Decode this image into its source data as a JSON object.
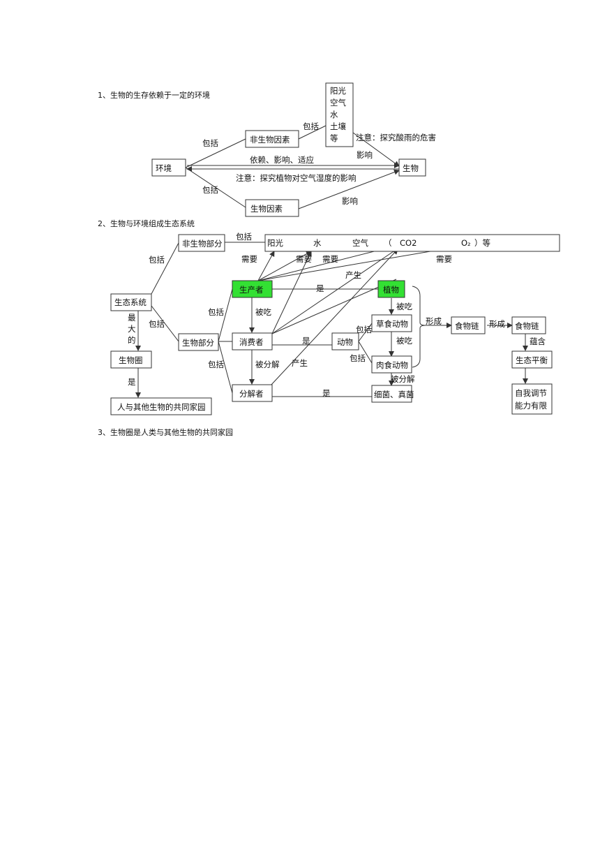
{
  "headings": {
    "h1": "1、生物的生存依赖于一定的环境",
    "h2": "2、生物与环境组成生态系统",
    "h3": "3、生物圈是人类与其他生物的共同家园"
  },
  "section1": {
    "env": "环境",
    "abiotic": "非生物因素",
    "biotic": "生物因素",
    "organism": "生物",
    "factors": [
      "阳光",
      "空气",
      "水",
      "土壤",
      "等"
    ],
    "include1": "包括",
    "include2": "包括",
    "include3": "包括",
    "relation": "依赖、影响、适应",
    "note1": "注意：探究酸雨的危害",
    "note2": "注意：探究植物对空气湿度的影响",
    "affect1": "影响",
    "affect2": "影响"
  },
  "section2": {
    "ecosystem": "生态系统",
    "abiotic_part": "非生物部分",
    "biotic_part": "生物部分",
    "biosphere": "生物圈",
    "home": "人与其他生物的共同家园",
    "largest": [
      "最",
      "大",
      "的"
    ],
    "is_home": "是",
    "include_a": "包括",
    "include_b": "包括",
    "include_c": "包括",
    "include_d": "包括",
    "include_e": "包括",
    "include_f": "包括",
    "include_g": "包括",
    "resources": {
      "sun": "阳光",
      "water": "水",
      "air": "空气",
      "paren_open": "（",
      "co2": "CO2",
      "o2": "O₂",
      "paren_close": "）等"
    },
    "producer": "生产者",
    "consumer": "消费者",
    "decomposer": "分解者",
    "plant": "植物",
    "animal": "动物",
    "herbivore": "草食动物",
    "carnivore": "肉食动物",
    "bacteria": "细菌、真菌",
    "food_chain": "食物链",
    "food_web": "食物链",
    "balance": "生态平衡",
    "self_reg_1": "自我调节",
    "self_reg_2": "能力有限",
    "need1": "需要",
    "need2": "需要",
    "need3": "需要",
    "need4": "需要",
    "produce1": "产生",
    "produce2": "产生",
    "is1": "是",
    "is2": "是",
    "is3": "是",
    "eaten1": "被吃",
    "eaten2": "被吃",
    "eaten3": "被吃",
    "decomposed1": "被分解",
    "decomposed2": "被分解",
    "form1": "形成",
    "form2": "形成",
    "contain": "蕴含"
  }
}
